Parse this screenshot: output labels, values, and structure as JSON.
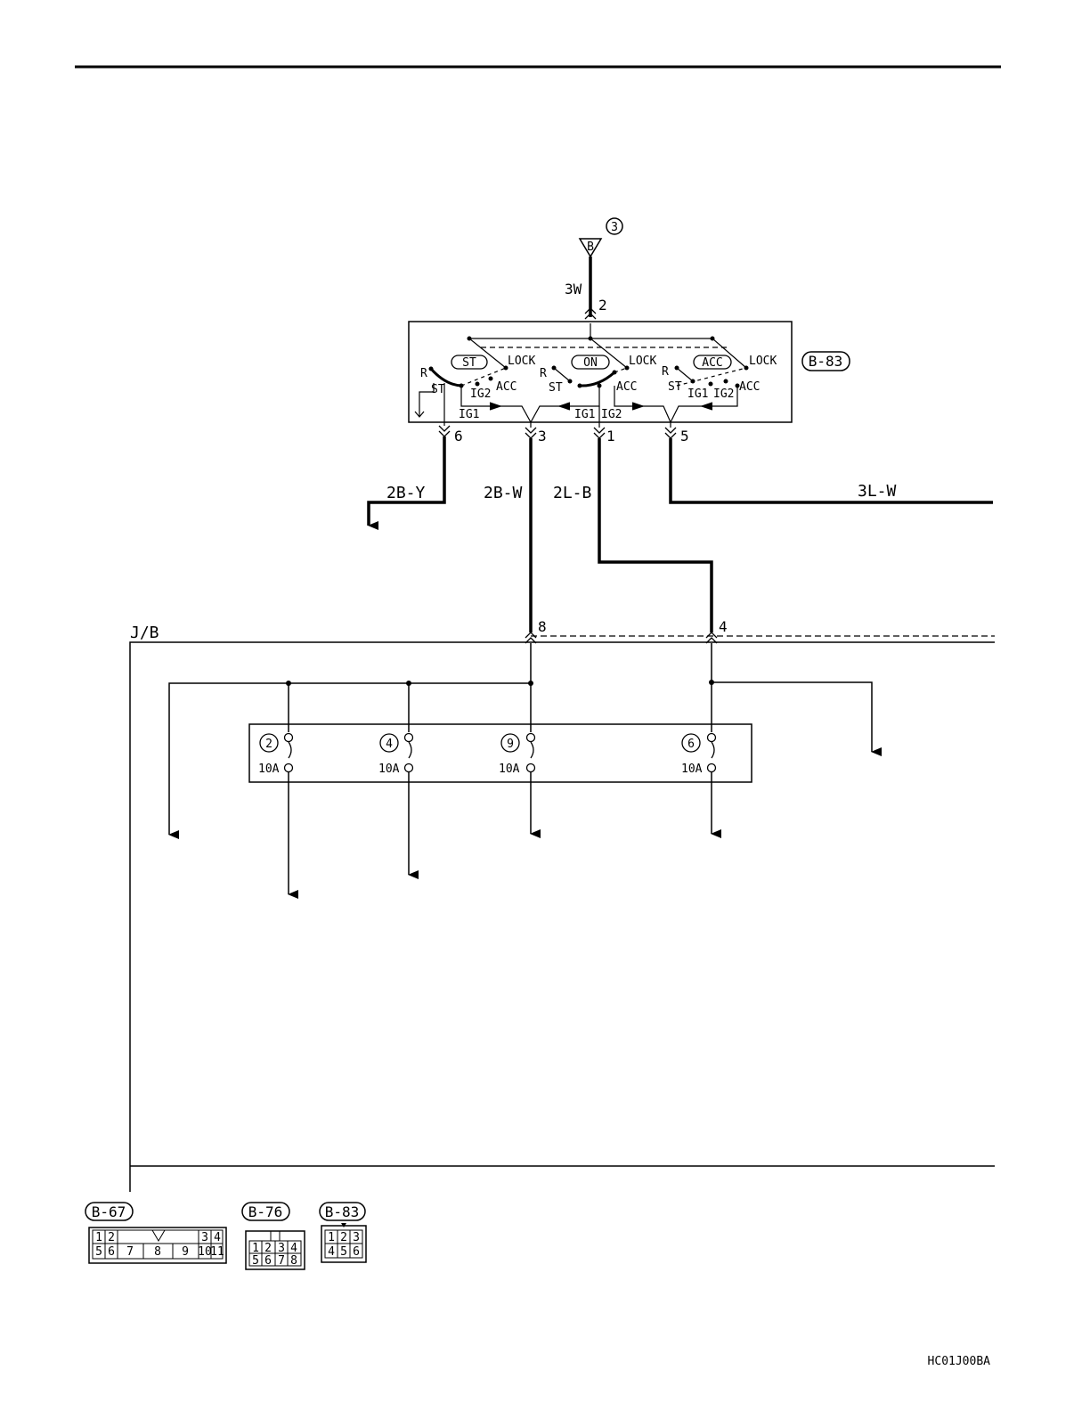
{
  "ground_ref": {
    "badge": "B",
    "circle_number": "3"
  },
  "input_wire": {
    "label": "3W",
    "pin": "2"
  },
  "switch": {
    "connector": "B-83",
    "labels": {
      "st_pill": "ST",
      "on_pill": "ON",
      "acc_pill": "ACC",
      "lock": "LOCK",
      "acc": "ACC",
      "r": "R",
      "st": "ST",
      "ig1": "IG1",
      "ig2": "IG2"
    },
    "pins": {
      "p6": "6",
      "p3": "3",
      "p1": "1",
      "p5": "5"
    }
  },
  "wires": {
    "w6": "2B-Y",
    "w3": "2B-W",
    "w1": "2L-B",
    "w5": "3L-W"
  },
  "junction_block": {
    "label": "J/B",
    "pin8": "8",
    "pin4": "4"
  },
  "fuses": [
    {
      "number": "2",
      "rating": "10A"
    },
    {
      "number": "4",
      "rating": "10A"
    },
    {
      "number": "9",
      "rating": "10A"
    },
    {
      "number": "6",
      "rating": "10A"
    }
  ],
  "connectors": {
    "b67": {
      "name": "B-67",
      "top": [
        "1",
        "2",
        "3",
        "4"
      ],
      "bottom": [
        "5",
        "6",
        "7",
        "8",
        "9",
        "10",
        "11"
      ]
    },
    "b76": {
      "name": "B-76",
      "top": [
        "1",
        "2",
        "3",
        "4"
      ],
      "bottom": [
        "5",
        "6",
        "7",
        "8"
      ]
    },
    "b83": {
      "name": "B-83",
      "top": [
        "1",
        "2",
        "3"
      ],
      "bottom": [
        "4",
        "5",
        "6"
      ]
    }
  },
  "figure_code": "HC01J00BA"
}
